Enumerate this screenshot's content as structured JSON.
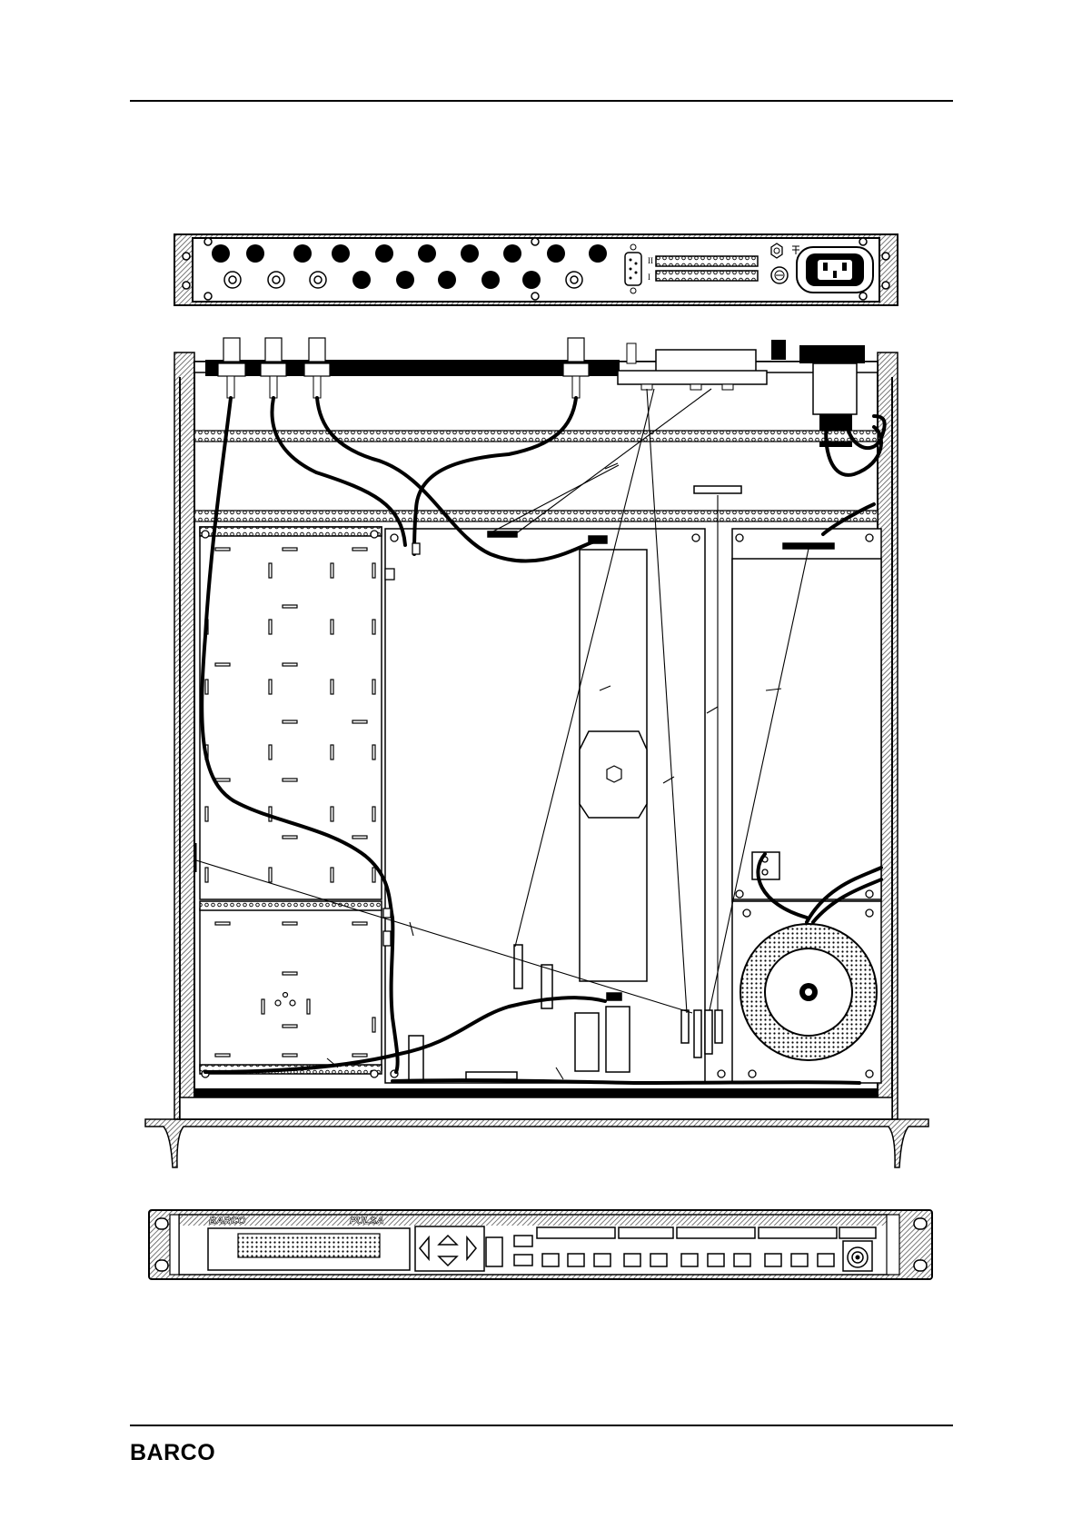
{
  "footer": {
    "logo_text": "BARCO"
  },
  "rear_panel": {
    "labels": [
      "I",
      "II"
    ]
  },
  "front_panel": {
    "brand_text": "BARCO",
    "model_text": "PULSA"
  },
  "colors": {
    "ink": "#000000",
    "paper": "#ffffff",
    "hatch": "#555555"
  }
}
